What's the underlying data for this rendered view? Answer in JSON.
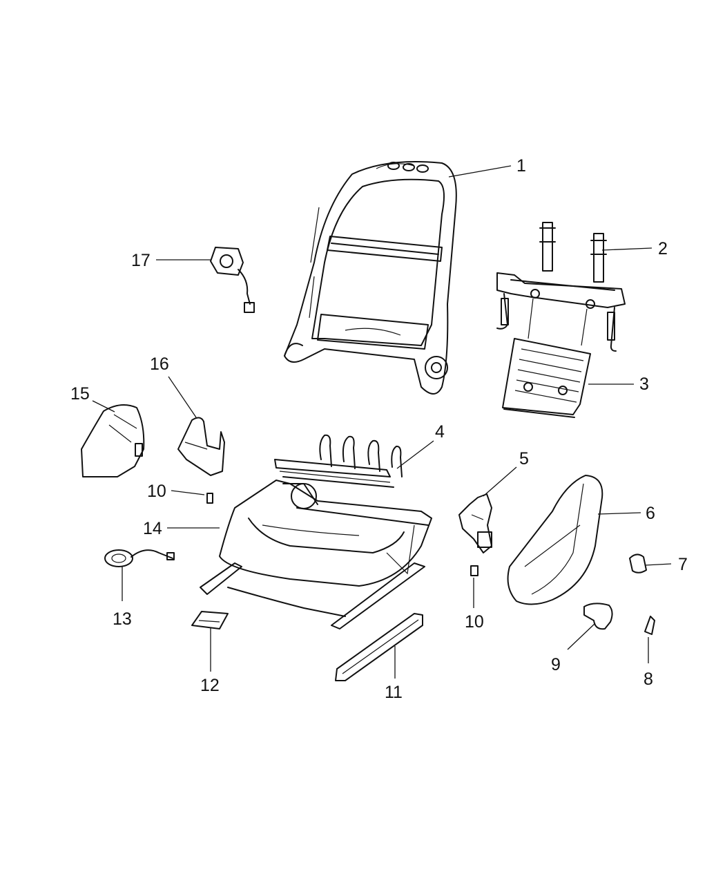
{
  "callouts": [
    {
      "id": "c1",
      "label": "1"
    },
    {
      "id": "c2",
      "label": "2"
    },
    {
      "id": "c3",
      "label": "3"
    },
    {
      "id": "c4",
      "label": "4"
    },
    {
      "id": "c5",
      "label": "5"
    },
    {
      "id": "c6",
      "label": "6"
    },
    {
      "id": "c7",
      "label": "7"
    },
    {
      "id": "c8",
      "label": "8"
    },
    {
      "id": "c9",
      "label": "9"
    },
    {
      "id": "c10a",
      "label": "10"
    },
    {
      "id": "c10b",
      "label": "10"
    },
    {
      "id": "c11",
      "label": "11"
    },
    {
      "id": "c12",
      "label": "12"
    },
    {
      "id": "c13",
      "label": "13"
    },
    {
      "id": "c14",
      "label": "14"
    },
    {
      "id": "c15",
      "label": "15"
    },
    {
      "id": "c16",
      "label": "16"
    },
    {
      "id": "c17",
      "label": "17"
    }
  ]
}
